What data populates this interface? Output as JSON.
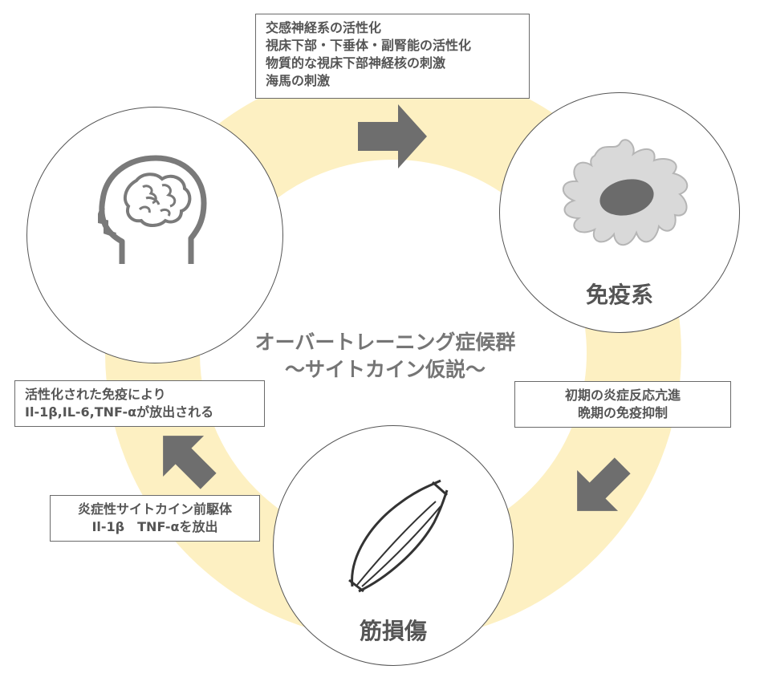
{
  "title": {
    "line1": "オーバートレーニング症候群",
    "line2": "〜サイトカイン仮説〜"
  },
  "nodes": {
    "brain": {
      "icon": "head-brain-icon"
    },
    "immune": {
      "label": "免疫系",
      "icon": "immune-cell-icon"
    },
    "muscle": {
      "label": "筋損傷",
      "icon": "muscle-icon"
    }
  },
  "notes": {
    "top": [
      "交感神経系の活性化",
      "視床下部・下垂体・副腎能の活性化",
      "物質的な視床下部神経核の刺激",
      "海馬の刺激"
    ],
    "right": [
      "初期の炎症反応亢進",
      "晩期の免疫抑制"
    ],
    "left_upper": [
      "活性化された免疫により",
      "Il-1β,IL-6,TNF-αが放出される"
    ],
    "left_lower": [
      "炎症性サイトカイン前駆体",
      "Il-1β　TNF-αを放出"
    ]
  },
  "colors": {
    "ring": "#fdf0c2",
    "arrow": "#6e6e6e",
    "stroke": "#555555"
  }
}
